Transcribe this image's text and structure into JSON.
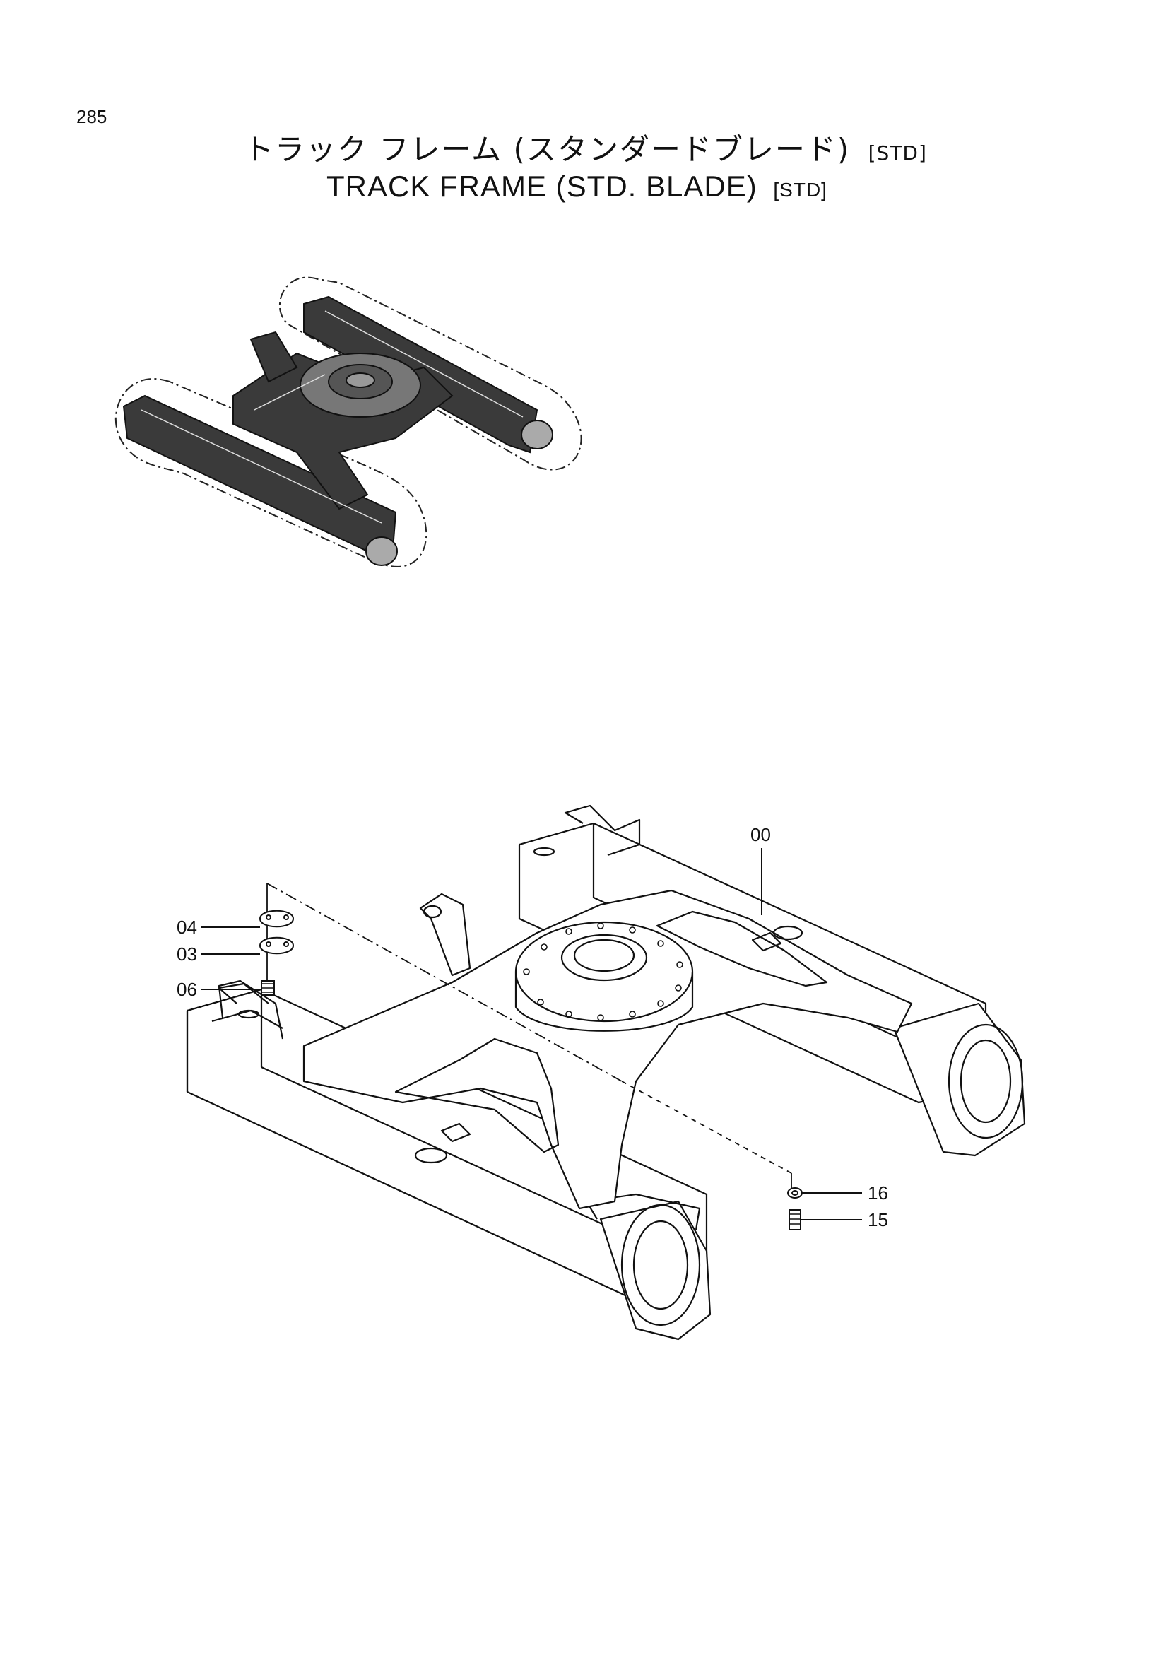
{
  "page_number": "285",
  "title": {
    "japanese": "トラック フレーム (スタンダードブレード)",
    "japanese_tag": "[STD]",
    "english": "TRACK  FRAME  (STD. BLADE)",
    "english_tag": "[STD]"
  },
  "callouts": {
    "main_frame": "00",
    "part_04": "04",
    "part_03": "03",
    "part_06": "06",
    "part_16": "16",
    "part_15": "15"
  }
}
